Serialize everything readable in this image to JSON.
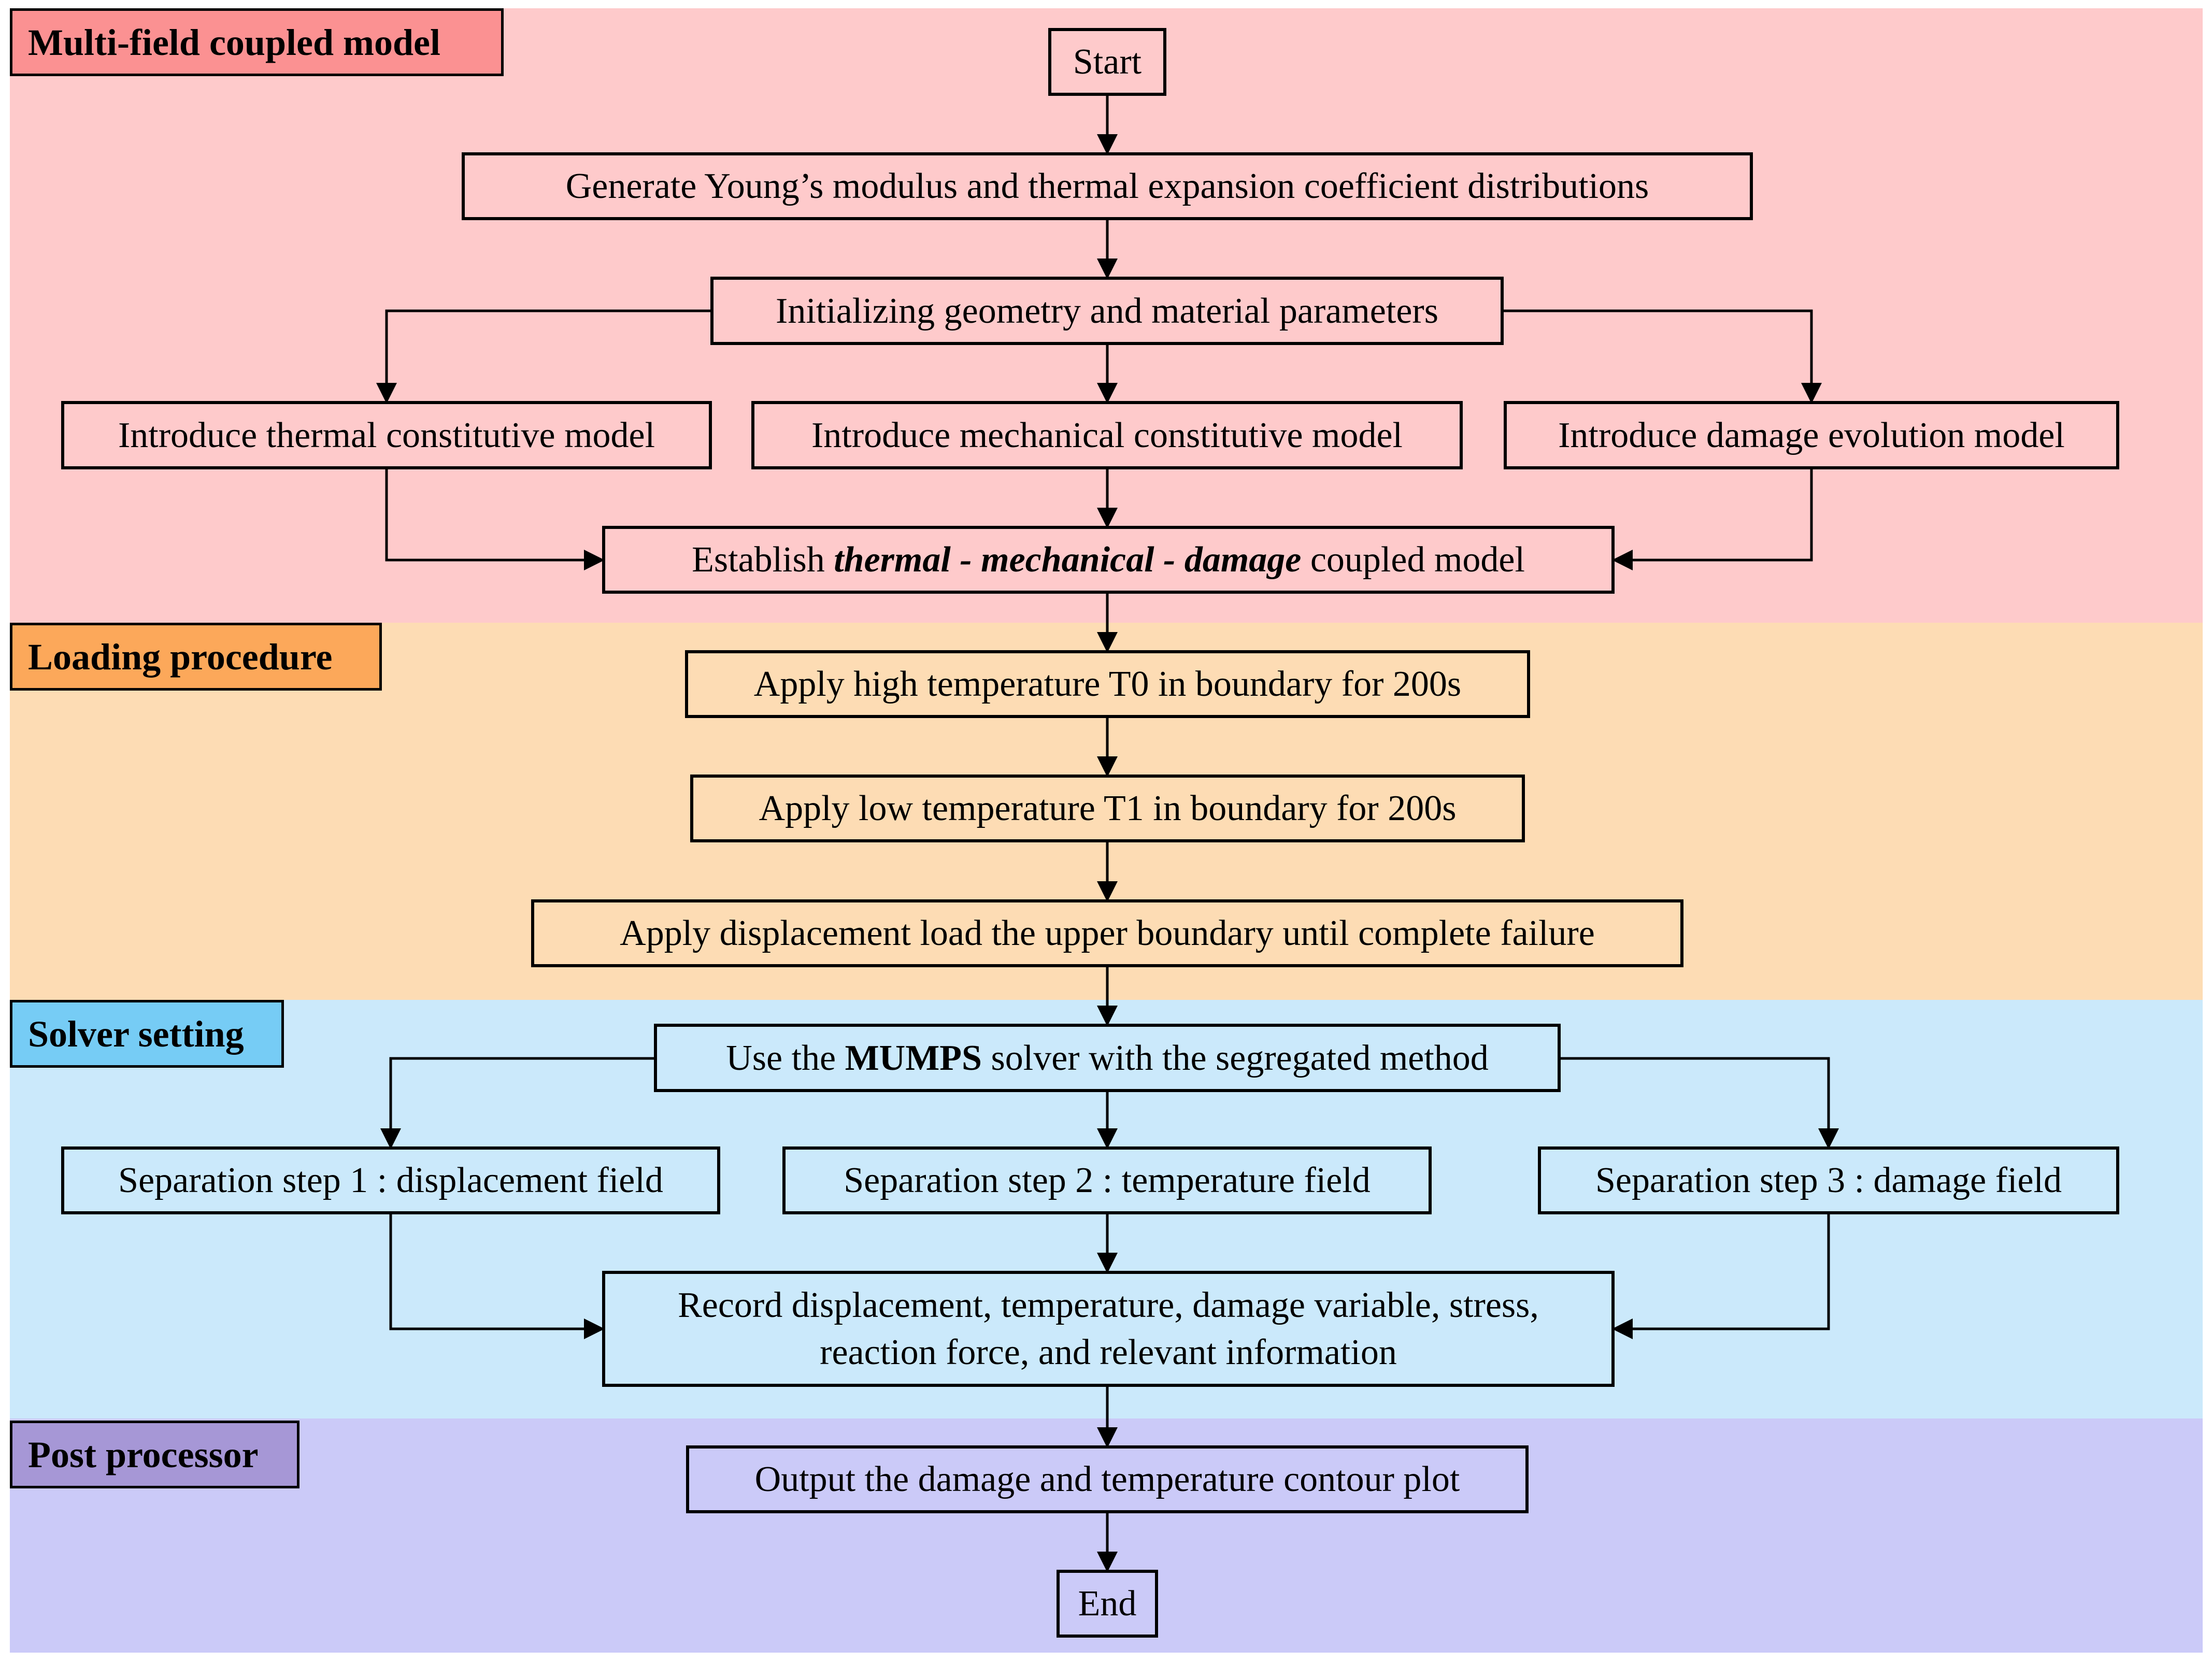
{
  "colors": {
    "multi_field_band": "#FECACB",
    "multi_field_label": "#FB9192",
    "loading_band": "#FDDCB4",
    "loading_label": "#FCA85A",
    "solver_band": "#CBE9FB",
    "solver_label": "#76CCF5",
    "post_band": "#CBCAF8",
    "post_label": "#A697D6",
    "box_fill": "transparent",
    "line": "#000000"
  },
  "sections": {
    "multi_field": "Multi-field coupled model",
    "loading": "Loading procedure",
    "solver": "Solver setting",
    "post": "Post processor"
  },
  "nodes": {
    "start": "Start",
    "generate": "Generate Young’s modulus and thermal expansion coefficient distributions",
    "initialize": "Initializing geometry and material parameters",
    "thermal": "Introduce thermal constitutive model",
    "mechanical": "Introduce mechanical constitutive model",
    "damage": "Introduce damage evolution model",
    "establish": {
      "prefix": "Establish ",
      "emphasis": "thermal - mechanical - damage",
      "suffix": " coupled model"
    },
    "high_temp": "Apply high temperature T0 in boundary for 200s",
    "low_temp": "Apply low temperature T1 in boundary for 200s",
    "displacement_load": "Apply displacement load the upper boundary until complete failure",
    "solver": {
      "prefix": "Use the ",
      "emphasis": "MUMPS",
      "suffix": " solver with the segregated method"
    },
    "step1": "Separation step 1 : displacement field",
    "step2": "Separation step 2 : temperature field",
    "step3": "Separation step 3 : damage field",
    "record": {
      "line1": "Record displacement, temperature, damage variable, stress,",
      "line2": "reaction force, and relevant information"
    },
    "output": "Output the damage and temperature contour plot",
    "end": "End"
  }
}
